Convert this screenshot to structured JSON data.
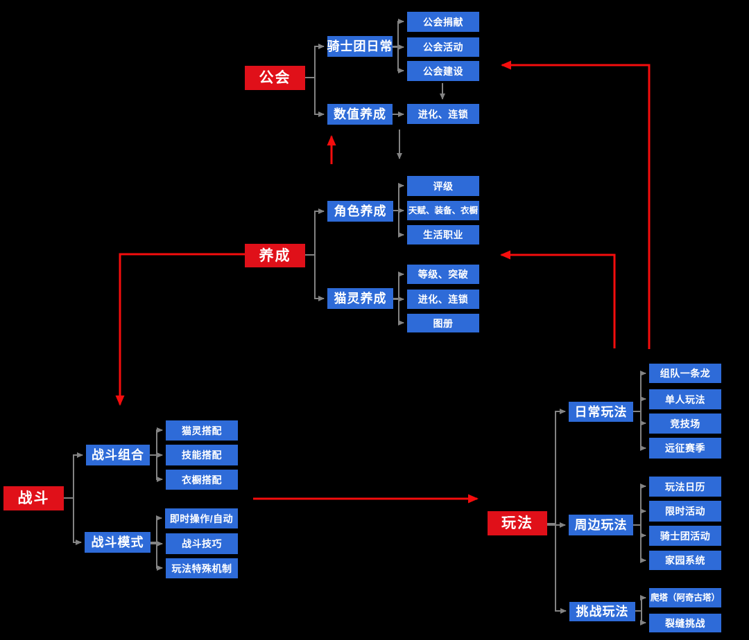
{
  "diagram_title": "game-systems-mindmap",
  "colors": {
    "background": "#000000",
    "root_red": "#e01019",
    "node_blue": "#2e6bd8",
    "connector_gray": "#838383",
    "arrow_red": "#f50d0d",
    "text_white": "#ffffff"
  },
  "clusters": [
    {
      "root": "公会",
      "branches": [
        {
          "label": "骑士团日常",
          "children": [
            "公会捐献",
            "公会活动",
            "公会建设"
          ]
        },
        {
          "label": "数值养成",
          "children": [
            "进化、连锁"
          ]
        }
      ]
    },
    {
      "root": "养成",
      "branches": [
        {
          "label": "角色养成",
          "children": [
            "评级",
            "天赋、装备、衣橱",
            "生活职业"
          ]
        },
        {
          "label": "猫灵养成",
          "children": [
            "等级、突破",
            "进化、连锁",
            "图册"
          ]
        }
      ]
    },
    {
      "root": "战斗",
      "branches": [
        {
          "label": "战斗组合",
          "children": [
            "猫灵搭配",
            "技能搭配",
            "衣橱搭配"
          ]
        },
        {
          "label": "战斗模式",
          "children": [
            "即时操作/自动",
            "战斗技巧",
            "玩法特殊机制"
          ]
        }
      ]
    },
    {
      "root": "玩法",
      "branches": [
        {
          "label": "日常玩法",
          "children": [
            "组队一条龙",
            "单人玩法",
            "竞技场",
            "远征赛季"
          ]
        },
        {
          "label": "周边玩法",
          "children": [
            "玩法日历",
            "限时活动",
            "骑士团活动",
            "家园系统"
          ]
        },
        {
          "label": "挑战玩法",
          "children": [
            "爬塔（阿奇古塔）",
            "裂缝挑战"
          ]
        }
      ]
    }
  ]
}
